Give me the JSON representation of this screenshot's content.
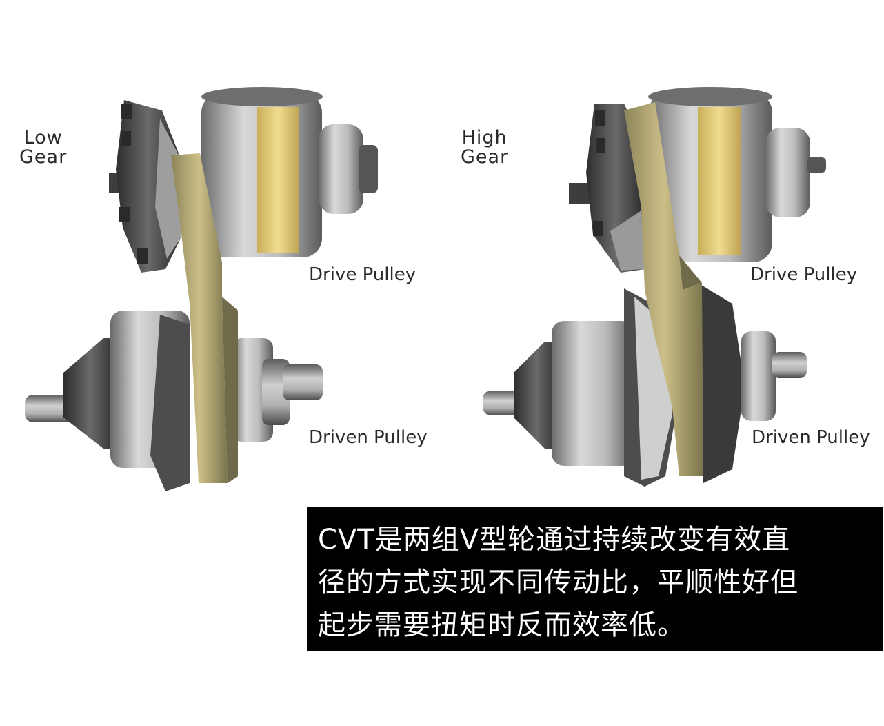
{
  "labels": {
    "low_gear": [
      "Low",
      "Gear"
    ],
    "high_gear": [
      "High",
      "Gear"
    ],
    "drive_pulley_left": "Drive Pulley",
    "driven_pulley_left": "Driven Pulley",
    "drive_pulley_right": "Drive Pulley",
    "driven_pulley_right": "Driven Pulley"
  },
  "caption": {
    "lines": [
      "CVT是两组V型轮通过持续改变有效直",
      "径的方式实现不同传动比，平顺性好但",
      "起步需要扭矩时反而效率低。"
    ]
  },
  "colors": {
    "belt": "#b9ad7a",
    "belt_dark": "#6f6a4a",
    "metal_light": "#d4d4d4",
    "metal_dark": "#3c3c3c",
    "gold_band": "#d8c070",
    "caption_bg": "#000000",
    "caption_text": "#ffffff"
  }
}
